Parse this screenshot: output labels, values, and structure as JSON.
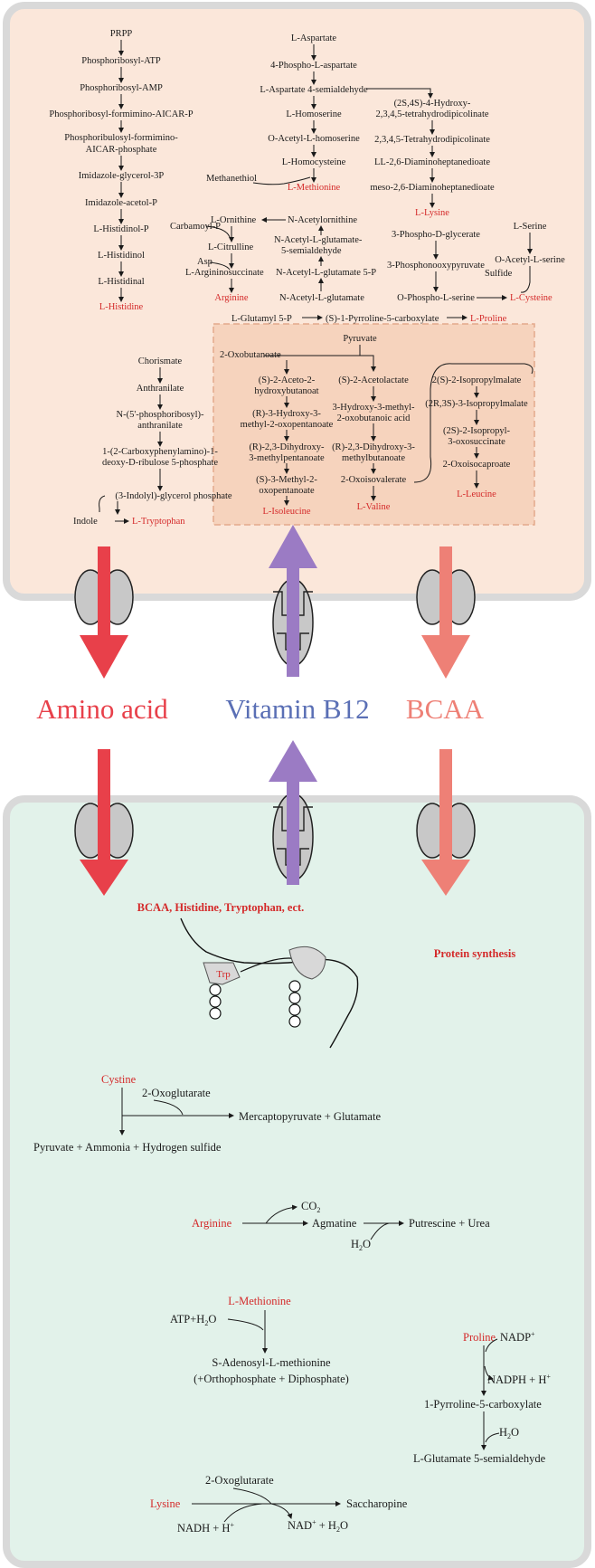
{
  "top": {
    "histidine": [
      "PRPP",
      "Phosphoribosyl-ATP",
      "Phosphoribosyl-AMP",
      "Phosphoribosyl-formimino-AICAR-P",
      "Phosphoribulosyl-formimino-",
      "AICAR-phosphate",
      "Imidazole-glycerol-3P",
      "Imidazole-acetol-P",
      "L-Histidinol-P",
      "L-Histidinol",
      "L-Histidinal"
    ],
    "histidine_product": "L-Histidine",
    "aspartate": [
      "L-Aspartate",
      "4-Phospho-L-aspartate",
      "L-Aspartate 4-semialdehyde",
      "L-Homoserine",
      "O-Acetyl-L-homoserine",
      "L-Homocysteine"
    ],
    "methanethiol": "Methanethiol",
    "methionine": "L-Methionine",
    "lysine_path": [
      "(2S,4S)-4-Hydroxy-",
      "2,3,4,5-tetrahydrodipicolinate",
      "2,3,4,5-Tetrahydrodipicolinate",
      "LL-2,6-Diaminoheptanedioate",
      "meso-2,6-Diaminoheptanedioate"
    ],
    "lysine": "L-Lysine",
    "arginine_path": [
      "Carbamoyl-P",
      "L-Ornithine",
      "N-Acetylornithine",
      "N-Acetyl-L-glutamate-",
      "5-semialdehyde",
      "L-Citrulline",
      "Asp",
      "L-Argininosuccinate",
      "N-Acetyl-L-glutamate 5-P",
      "N-Acetyl-L-glutamate"
    ],
    "arginine": "Arginine",
    "cysteine_path": [
      "L-Serine",
      "3-Phospho-D-glycerate",
      "O-Acetyl-L-serine",
      "Sulfide",
      "3-Phosphonooxypyruvate",
      "O-Phospho-L-serine"
    ],
    "cysteine": "L-Cysteine",
    "proline_path": [
      "L-Glutamyl 5-P",
      "(S)-1-Pyrroline-5-carboxylate"
    ],
    "proline": "L-Proline",
    "tryptophan_path": [
      "Chorismate",
      "Anthranilate",
      "N-(5'-phosphoribosyl)-",
      "anthranilate",
      "1-(2-Carboxyphenylamino)-1-",
      "deoxy-D-ribulose 5-phosphate",
      "(3-Indolyl)-glycerol phosphate",
      "Indole"
    ],
    "tryptophan": "L-Tryptophan",
    "bcaa": {
      "pyruvate": "Pyruvate",
      "oxobutanoate": "2-Oxobutanoate",
      "isoleucine_path": [
        "(S)-2-Aceto-2-",
        "hydroxybutanoat",
        "(R)-3-Hydroxy-3-",
        "methyl-2-oxopentanoate",
        "(R)-2,3-Dihydroxy-",
        "3-methylpentanoate",
        "(S)-3-Methyl-2-",
        "oxopentanoate"
      ],
      "isoleucine": "L-Isoleucine",
      "valine_path": [
        "(S)-2-Acetolactate",
        "3-Hydroxy-3-methyl-",
        "2-oxobutanoic acid",
        "(R)-2,3-Dihydroxy-3-",
        "methylbutanoate",
        "2-Oxoisovalerate"
      ],
      "valine": "L-Valine",
      "leucine_path": [
        "2(S)-2-Isopropylmalate",
        "(2R,3S)-3-Isopropylmalate",
        "(2S)-2-Isopropyl-",
        "3-oxosuccinate",
        "2-Oxoisocaproate"
      ],
      "leucine": "L-Leucine"
    }
  },
  "transport": {
    "amino_acid": "Amino acid",
    "vitamin_b12": "Vitamin B12",
    "bcaa": "BCAA",
    "colors": {
      "amino_acid": "#e8404a",
      "vitamin_b12": "#9b7bc4",
      "bcaa": "#ee8076",
      "vitamin_label": "#5a6fb5"
    }
  },
  "bottom": {
    "substrates": "BCAA, Histidine, Tryptophan, ect.",
    "protein_synthesis": "Protein synthesis",
    "trp": "Trp",
    "cystine": {
      "name": "Cystine",
      "oxo": "2-Oxoglutarate",
      "product1": "Mercaptopyruvate + Glutamate",
      "product2": "Pyruvate + Ammonia + Hydrogen sulfide"
    },
    "arginine": {
      "name": "Arginine",
      "co2": "CO",
      "co2_sub": "2",
      "agmatine": "Agmatine",
      "h2o": "H",
      "h2o_sub": "2",
      "h2o_o": "O",
      "products": "Putrescine + Urea"
    },
    "methionine": {
      "name": "L-Methionine",
      "atp": "ATP+H",
      "atp_sub": "2",
      "atp_o": "O",
      "product1": "S-Adenosyl-L-methionine",
      "product2": "(+Orthophosphate + Diphosphate)"
    },
    "proline": {
      "name": "Proline",
      "nadp": "NADP",
      "nadp_sup": "+",
      "nadph": "NADPH + H",
      "nadph_sup": "+",
      "p5c": "1-Pyrroline-5-carboxylate",
      "h2o": "H",
      "h2o_sub": "2",
      "h2o_o": "O",
      "product": "L-Glutamate 5-semialdehyde"
    },
    "lysine": {
      "name": "Lysine",
      "oxo": "2-Oxoglutarate",
      "saccharopine": "Saccharopine",
      "nadh": "NADH + H",
      "nadh_sup": "+",
      "nad": "NAD",
      "nad_sup": "+",
      "nad_rest": " + H",
      "nad_sub": "2",
      "nad_o": "O"
    }
  }
}
